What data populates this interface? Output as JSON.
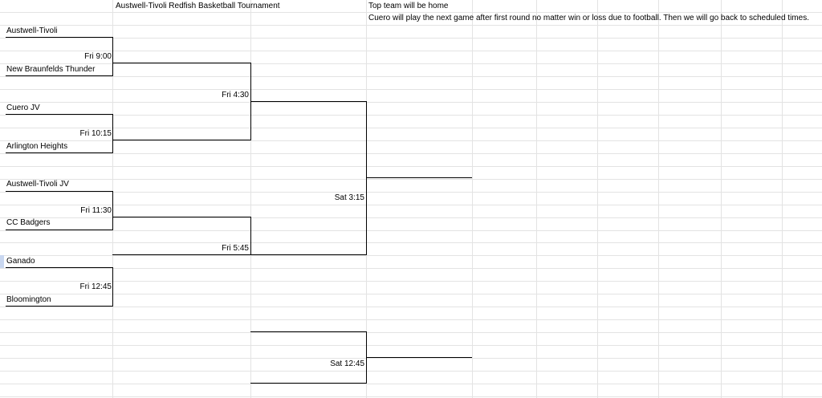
{
  "sheet": {
    "title": "Austwell-Tivoli Redfish Basketball Tournament",
    "notes": [
      "Top team will be home",
      "Cuero will play the next game after first round no matter win or loss due to football.  Then we will go back to scheduled times."
    ]
  },
  "bracket": {
    "teams": [
      "Austwell-Tivoli",
      "New Braunfelds Thunder",
      "Cuero JV",
      "Arlington Heights",
      "Austwell-Tivoli JV",
      "CC Badgers",
      "Ganado",
      "Bloomington"
    ],
    "round1_times": [
      "Fri 9:00",
      "Fri 10:15",
      "Fri 11:30",
      "Fri 12:45"
    ],
    "round2_times": [
      "Fri 4:30",
      "Fri 5:45"
    ],
    "final_time": "Sat 3:15",
    "consolation_time": "Sat 12:45"
  },
  "colors": {
    "grid": "#e3e3e3",
    "line": "#000000",
    "selected_row_header": "#c9d7f0"
  }
}
